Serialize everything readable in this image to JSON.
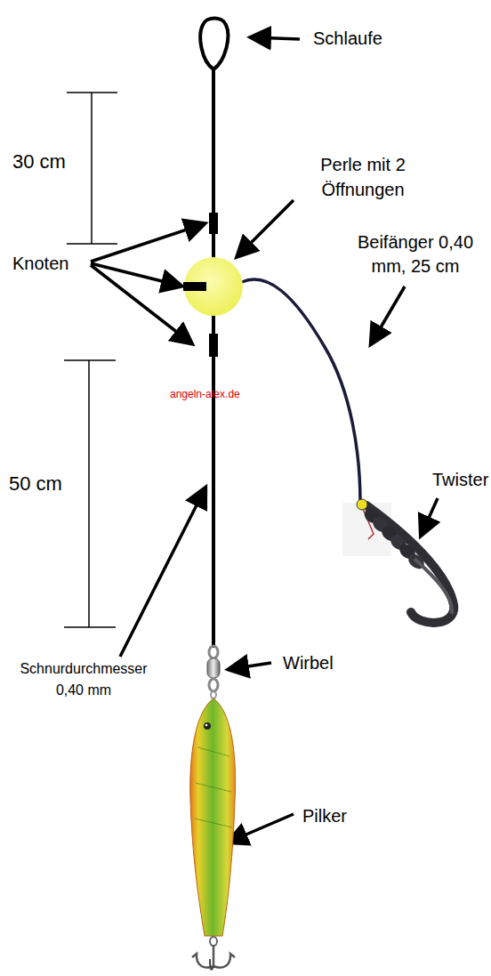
{
  "diagram": {
    "labels": [
      "Schlaufe",
      "30 cm",
      "Perle mit 2 Öffnungen",
      "Beifänger 0,40 mm, 25 cm",
      "Knoten",
      "angeln-alex.de",
      "50 cm",
      "Twister",
      "Schnurdurchmesser 0,40 mm",
      "Wirbel",
      "Pilker"
    ]
  }
}
